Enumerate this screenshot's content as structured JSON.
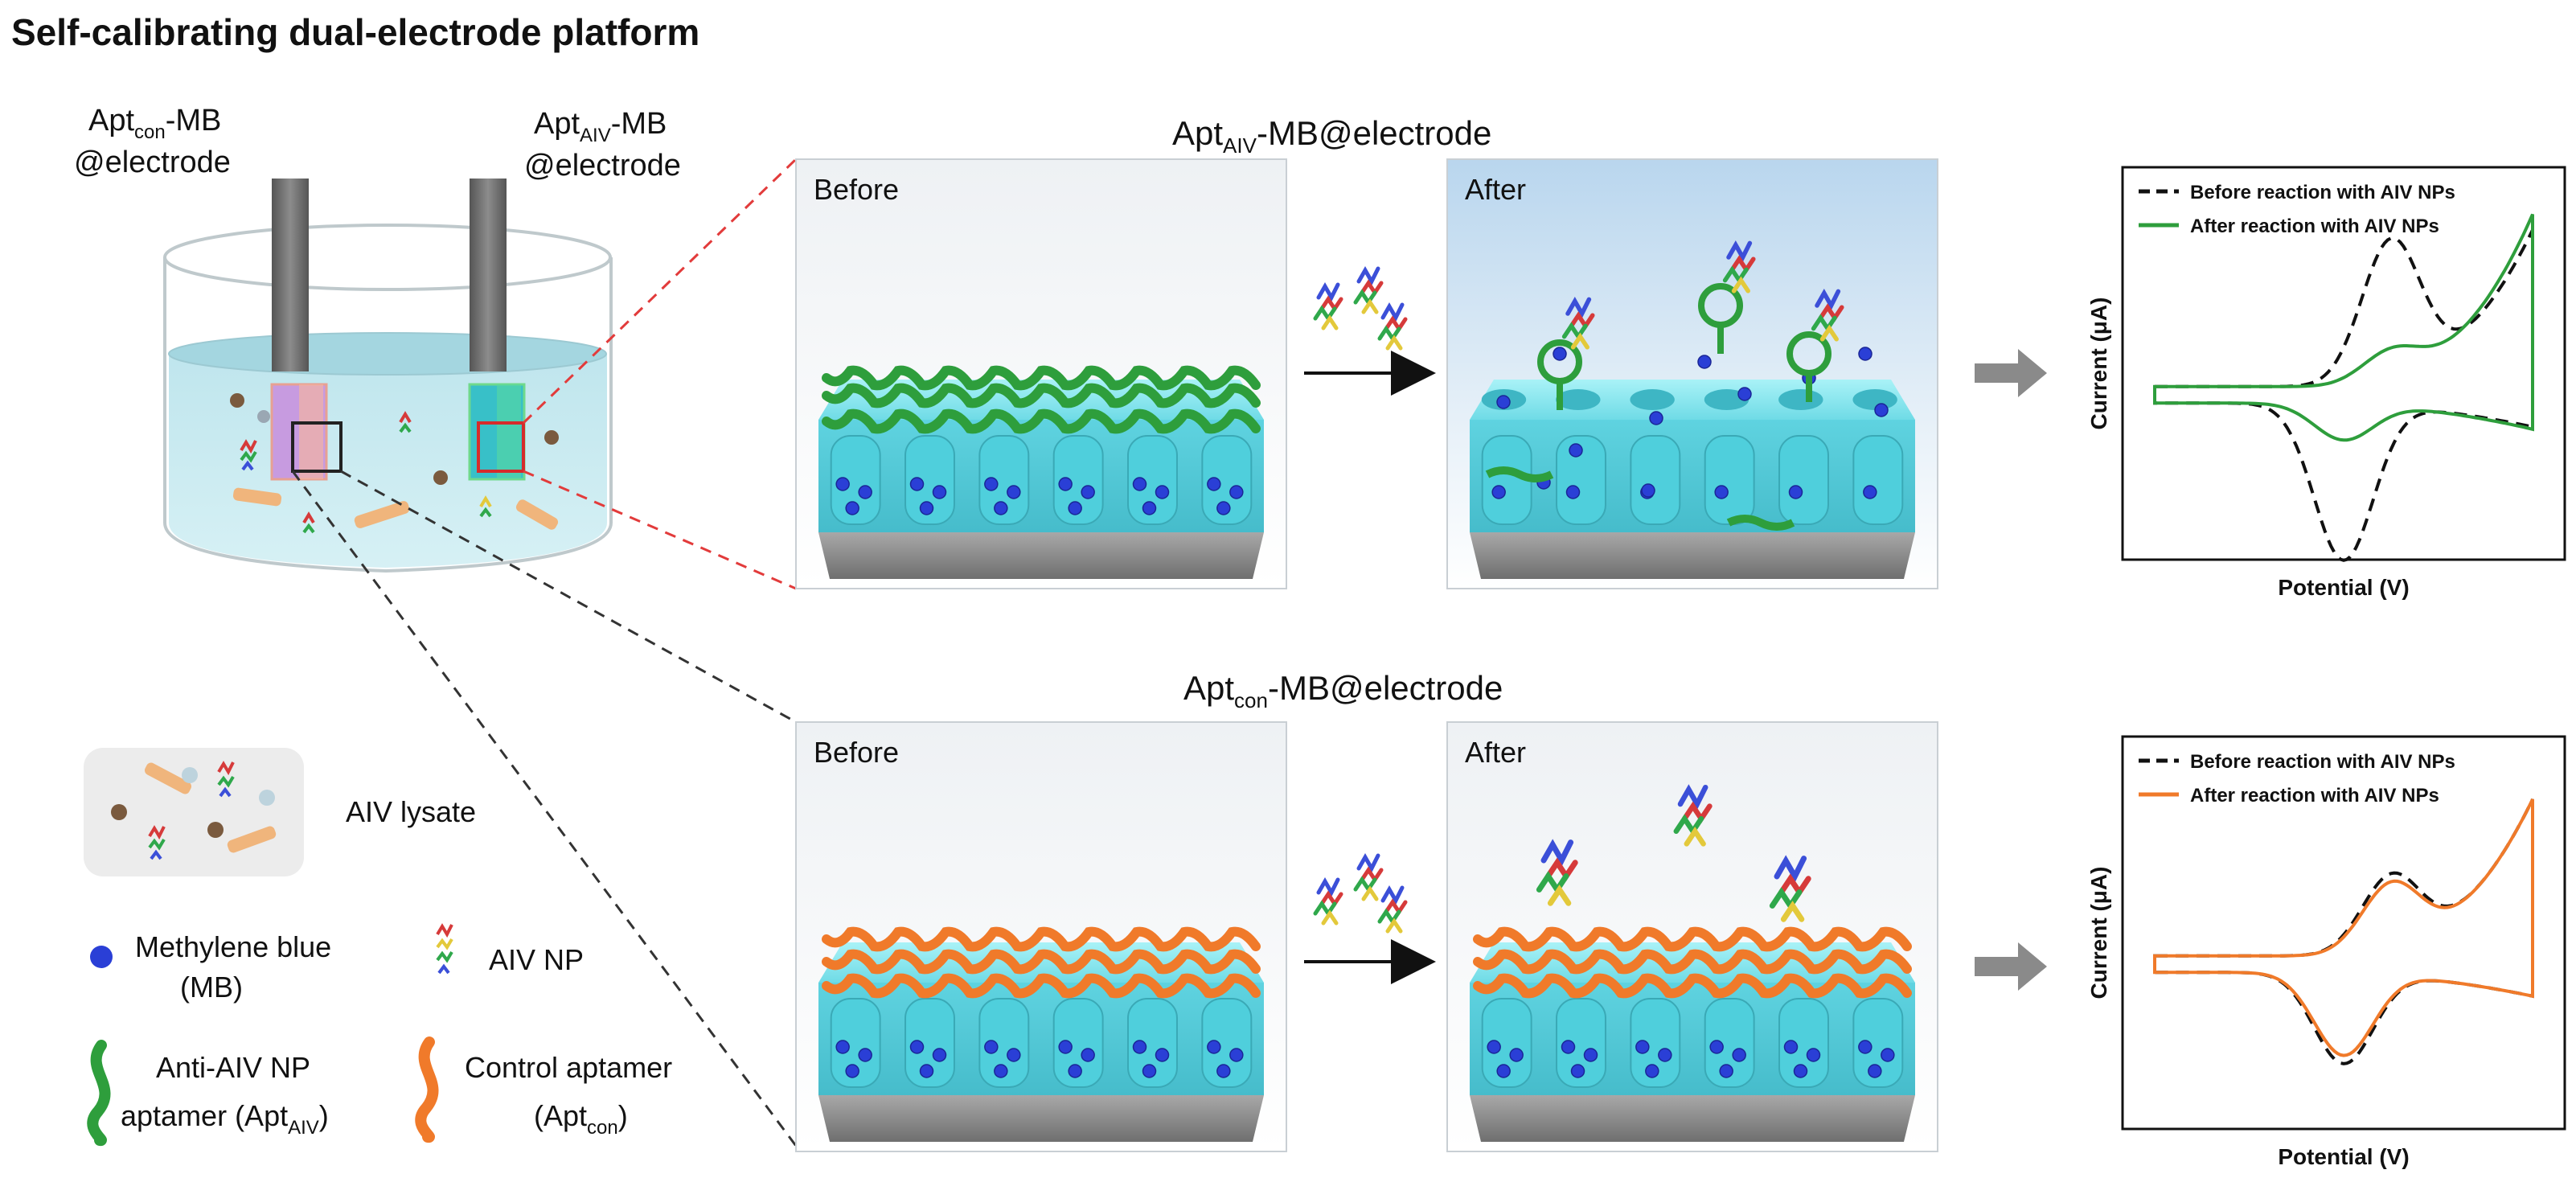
{
  "title": "Self-calibrating dual-electrode platform",
  "electrodes": {
    "control": {
      "main": "Apt",
      "sub": "con",
      "suffix": "-MB",
      "line2": "@electrode"
    },
    "aiv": {
      "main": "Apt",
      "sub": "AIV",
      "suffix": "-MB",
      "line2": "@electrode"
    }
  },
  "rows": [
    {
      "heading": {
        "main": "Apt",
        "sub": "AIV",
        "suffix": "-MB@electrode"
      },
      "before_label": "Before",
      "after_label": "After",
      "aptamer_color": "#2e9e3c"
    },
    {
      "heading": {
        "main": "Apt",
        "sub": "con",
        "suffix": "-MB@electrode"
      },
      "before_label": "Before",
      "after_label": "After",
      "aptamer_color": "#f07a2a"
    }
  ],
  "legend": {
    "lysate": "AIV lysate",
    "mb_line1": "Methylene blue",
    "mb_line2": "(MB)",
    "aiv_np": "AIV NP",
    "anti_line1": "Anti-AIV NP",
    "anti_line2_main": "aptamer (Apt",
    "anti_line2_sub": "AIV",
    "anti_line2_end": ")",
    "ctrl_line1": "Control aptamer",
    "ctrl_line2_main": "(Apt",
    "ctrl_line2_sub": "con",
    "ctrl_line2_end": ")"
  },
  "chart_data": [
    {
      "type": "line",
      "xlabel": "Potential (V)",
      "ylabel": "Current (μA)",
      "series": [
        {
          "name": "Before reaction with AIV NPs",
          "style": "dashed",
          "color": "#111111"
        },
        {
          "name": "After reaction with AIV NPs",
          "style": "solid",
          "color": "#2e9e3c"
        }
      ]
    },
    {
      "type": "line",
      "xlabel": "Potential (V)",
      "ylabel": "Current (μA)",
      "series": [
        {
          "name": "Before reaction with AIV NPs",
          "style": "dashed",
          "color": "#111111"
        },
        {
          "name": "After reaction with AIV NPs",
          "style": "solid",
          "color": "#f07a2a"
        }
      ]
    }
  ],
  "colors": {
    "mb": "#2a3fd6",
    "substrate": "#9a9a9a",
    "gel": "#7fe6ef",
    "zoom_red": "#e23b3b",
    "zoom_black": "#333333",
    "arrow_gray": "#8a8a8a"
  }
}
